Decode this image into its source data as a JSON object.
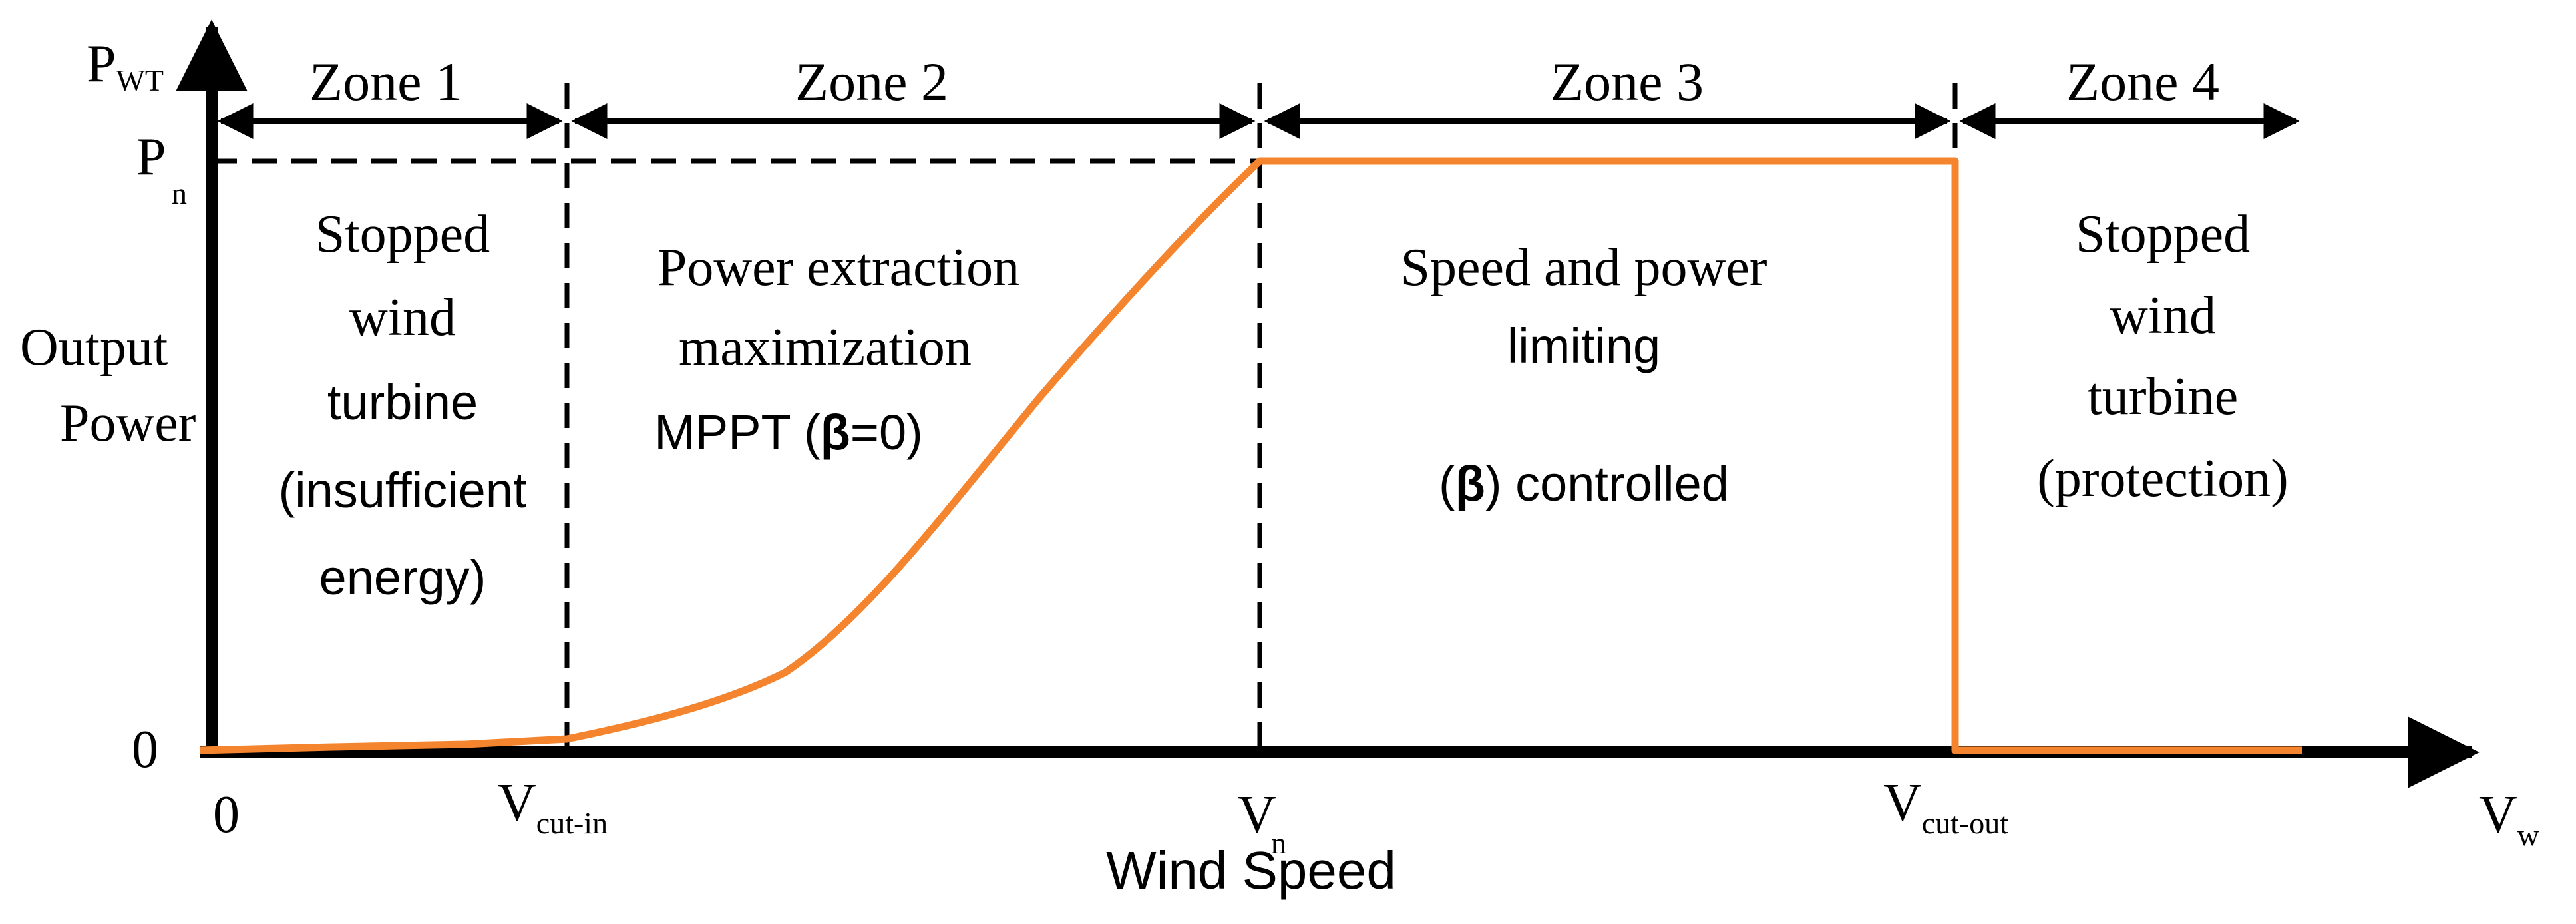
{
  "colors": {
    "axis": "#000000",
    "curve": "#f4842d",
    "background": "#ffffff"
  },
  "y_axis": {
    "symbol_main": "P",
    "symbol_sub": "WT",
    "label_line1": "Output",
    "label_line2": "Power",
    "rated_main": "P",
    "rated_sub": "n",
    "zero": "0"
  },
  "x_axis": {
    "origin": "0",
    "cut_in_main": "V",
    "cut_in_sub": "cut-in",
    "rated_main": "V",
    "rated_sub": "n",
    "cut_out_main": "V",
    "cut_out_sub": "cut-out",
    "end_main": "V",
    "end_sub": "w",
    "title": "Wind Speed"
  },
  "zones": [
    {
      "title": "Zone 1",
      "lines": [
        "Stopped",
        "wind",
        "turbine",
        "(insufficient",
        "energy)"
      ]
    },
    {
      "title": "Zone 2",
      "lines": [
        "Power extraction",
        "maximization"
      ],
      "mppt_prefix": "MPPT (",
      "beta": "β",
      "mppt_suffix": "=0)"
    },
    {
      "title": "Zone 3",
      "lines": [
        "Speed and power",
        "limiting"
      ],
      "ctrl_prefix": "(",
      "beta": "β",
      "ctrl_suffix": ") controlled"
    },
    {
      "title": "Zone 4",
      "lines": [
        "Stopped",
        "wind",
        "turbine",
        "(protection)"
      ]
    }
  ]
}
